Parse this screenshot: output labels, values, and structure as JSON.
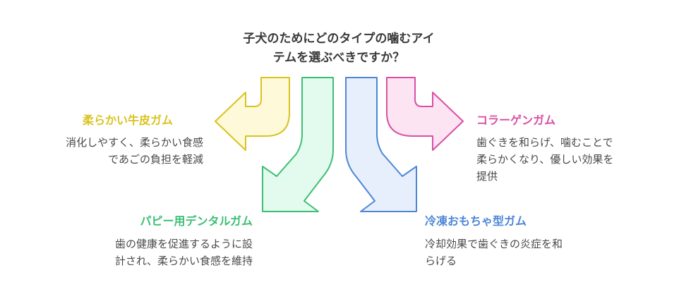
{
  "title": {
    "line1": "子犬のためにどのタイプの噛むアイ",
    "line2": "テムを選ぶべきですか？"
  },
  "options": [
    {
      "id": "soft-beef-skin",
      "heading": "柔らかい牛皮ガム",
      "color": "#d9c320",
      "fill": "#fdf9d9",
      "desc": [
        "消化しやすく、柔らかい食感",
        "であごの負担を軽減"
      ]
    },
    {
      "id": "collagen",
      "heading": "コラーゲンガム",
      "color": "#d94fa4",
      "fill": "#fde4f3",
      "desc": [
        "歯ぐきを和らげ、噛むことで",
        "柔らかくなり、優しい効果を",
        "提供"
      ]
    },
    {
      "id": "puppy-dental",
      "heading": "パピー用デンタルガム",
      "color": "#3cbf74",
      "fill": "#e3faee",
      "desc": [
        "歯の健康を促進するように設",
        "計され、柔らかい食感を維持"
      ]
    },
    {
      "id": "frozen-toy",
      "heading": "冷凍おもちゃ型ガム",
      "color": "#4d86d6",
      "fill": "#e8effc",
      "desc": [
        "冷却効果で歯ぐきの炎症を和",
        "らげる"
      ]
    }
  ]
}
